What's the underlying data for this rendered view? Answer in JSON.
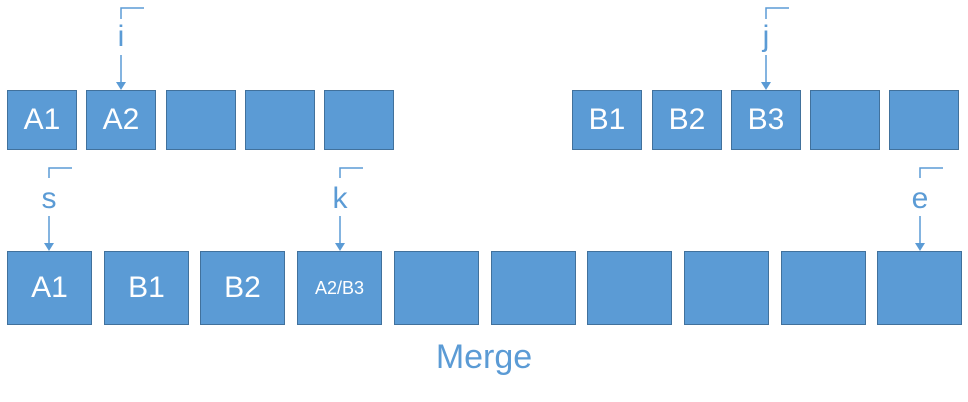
{
  "colors": {
    "cell_fill": "#5B9BD5",
    "cell_border": "#41719C",
    "cell_text": "#ffffff",
    "pointer": "#5B9BD5"
  },
  "array_a": {
    "cells": [
      "A1",
      "A2",
      "",
      "",
      ""
    ]
  },
  "array_b": {
    "cells": [
      "B1",
      "B2",
      "B3",
      "",
      ""
    ]
  },
  "merged": {
    "cells": [
      "A1",
      "B1",
      "B2",
      "A2/B3",
      "",
      "",
      "",
      "",
      "",
      ""
    ],
    "caption": "Merge"
  },
  "pointers": {
    "i": "i",
    "j": "j",
    "s": "s",
    "k": "k",
    "e": "e"
  }
}
